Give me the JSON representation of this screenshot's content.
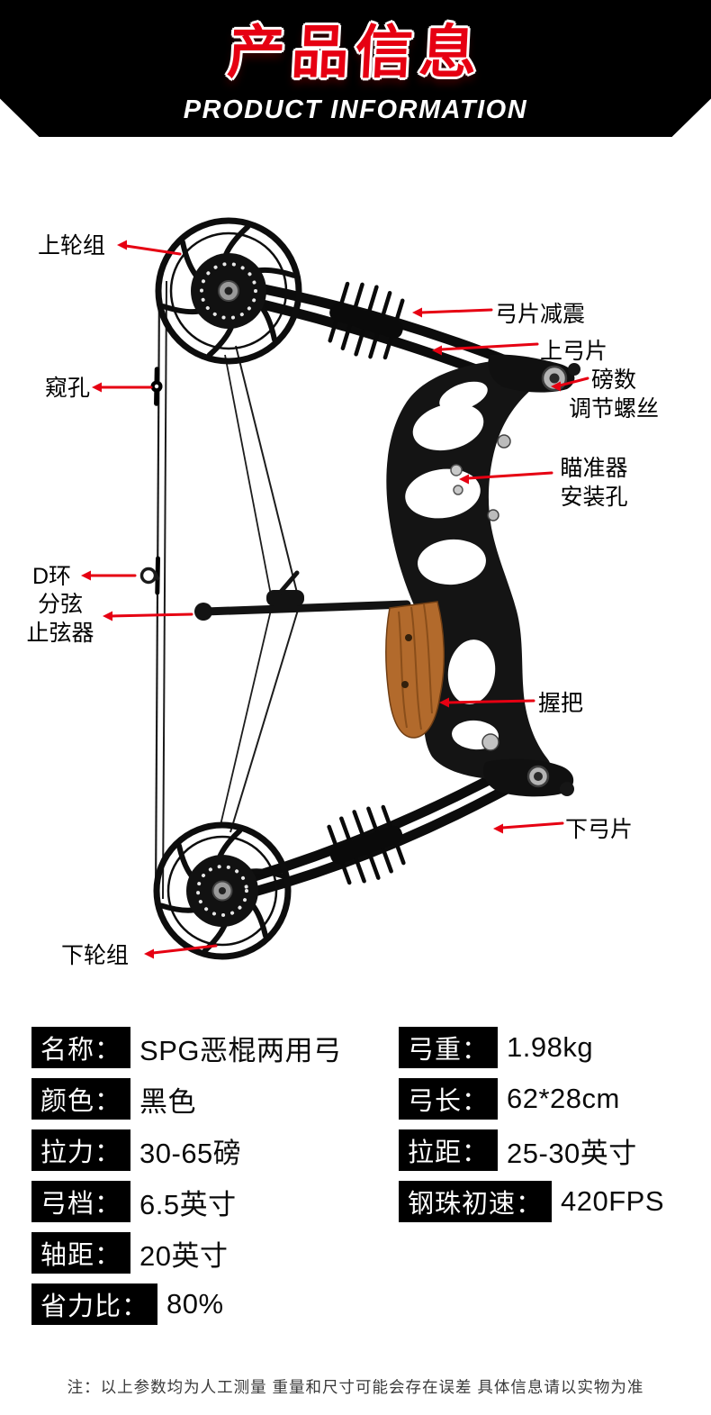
{
  "theme": {
    "accent_red": "#e60012",
    "banner_black": "#000000",
    "wood_brown": "#b26a2c"
  },
  "header": {
    "title": "产品信息",
    "subtitle": "PRODUCT INFORMATION"
  },
  "diagram": {
    "labels": {
      "top_cam": "上轮组",
      "limb_dampener": "弓片减震",
      "upper_limb": "上弓片",
      "poundage_line1": "磅数",
      "poundage_line2": "调节螺丝",
      "peep": "窥孔",
      "sight_line1": "瞄准器",
      "sight_line2": "安装孔",
      "d_ring": "D环",
      "string_stop_line1": "分弦",
      "string_stop_line2": "止弦器",
      "grip": "握把",
      "lower_limb": "下弓片",
      "bottom_cam": "下轮组"
    }
  },
  "specs": {
    "left": [
      {
        "label": "名称：",
        "value": "SPG恶棍两用弓"
      },
      {
        "label": "颜色：",
        "value": "黑色"
      },
      {
        "label": "拉力：",
        "value": "30-65磅"
      },
      {
        "label": "弓档：",
        "value": "6.5英寸"
      },
      {
        "label": "轴距：",
        "value": "20英寸"
      },
      {
        "label": "省力比：",
        "value": "80%"
      }
    ],
    "right": [
      {
        "label": "弓重：",
        "value": "1.98kg"
      },
      {
        "label": "弓长：",
        "value": "62*28cm"
      },
      {
        "label": "拉距：",
        "value": "25-30英寸"
      },
      {
        "label": "钢珠初速：",
        "value": "420FPS"
      }
    ]
  },
  "footnote": "注：以上参数均为人工测量 重量和尺寸可能会存在误差 具体信息请以实物为准"
}
